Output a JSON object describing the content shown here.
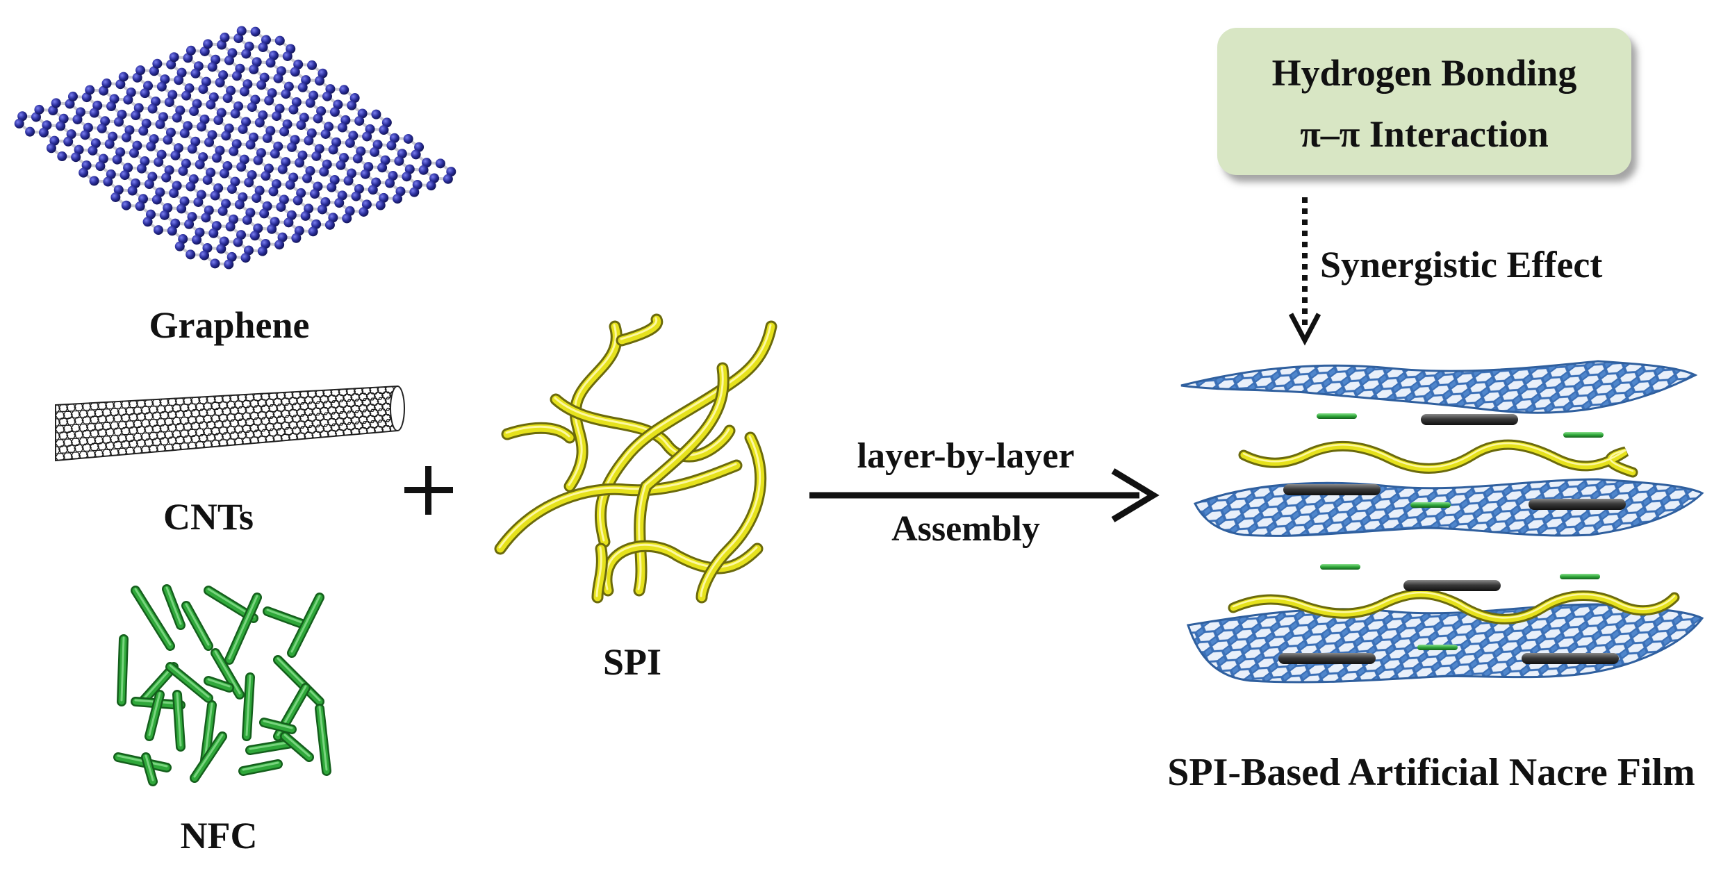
{
  "components": {
    "graphene": "Graphene",
    "cnts": "CNTs",
    "nfc": "NFC",
    "spi": "SPI"
  },
  "operator": "+",
  "process": {
    "top": "layer-by-layer",
    "bottom": "Assembly"
  },
  "interactions": {
    "line1": "Hydrogen Bonding",
    "line2": "π–π  Interaction"
  },
  "effect": "Synergistic Effect",
  "product": "SPI-Based Artificial Nacre Film",
  "colors": {
    "graphene_atoms": "#2a2e9c",
    "bonds": "#c8c8d0",
    "spi_chain": "#e6e21c",
    "nfc_rods": "#2fa83a",
    "sheet_blue": "#4f86cc",
    "cnt_dark": "#3a3a3a",
    "box_fill": "#d8e6c4"
  }
}
